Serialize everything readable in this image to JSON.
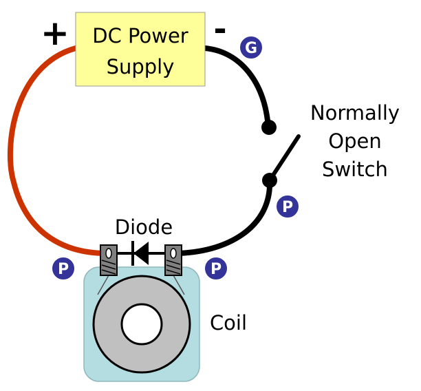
{
  "power_supply": {
    "label_line1": "DC Power",
    "label_line2": "Supply",
    "positive_symbol": "+",
    "negative_symbol": "-"
  },
  "switch": {
    "label_line1": "Normally",
    "label_line2": "Open",
    "label_line3": "Switch"
  },
  "diode": {
    "label": "Diode"
  },
  "coil": {
    "label": "Coil"
  },
  "badges": {
    "ground": "G",
    "power_switch": "P",
    "power_left": "P",
    "power_right": "P"
  },
  "colors": {
    "positive_wire": "#cc3300",
    "negative_wire": "#000000",
    "supply_fill": "#ffff99",
    "coil_housing": "#b3dde0",
    "coil_ring": "#c0c0c0",
    "terminal": "#808080",
    "badge_fill": "#333399"
  }
}
